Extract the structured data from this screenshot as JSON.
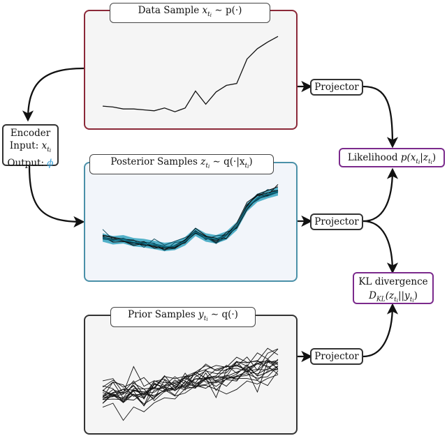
{
  "panels": {
    "data": {
      "label_text": "Data Sample ",
      "label_math_var": "x",
      "label_math_sub": "t",
      "label_math_subsub": "i",
      "label_math_rest": " ∼ p(·)",
      "border_color": "#8b2838",
      "bg_color": "#f5f5f5",
      "line_color": "#111111"
    },
    "posterior": {
      "label_text": "Posterior Samples ",
      "label_math_var": "z",
      "label_math_sub": "t",
      "label_math_subsub": "i",
      "label_math_rest": " ∼ q(·|x",
      "label_math_rest2_sub": "t",
      "label_math_rest2_subsub": "i",
      "label_math_close": ")",
      "border_color": "#4a90a8",
      "bg_color": "#f2f5fa",
      "band_color": "#2aa0bd",
      "line_color": "#111111"
    },
    "prior": {
      "label_text": "Prior Samples ",
      "label_math_var": "y",
      "label_math_sub": "t",
      "label_math_subsub": "i",
      "label_math_rest": " ∼ q(·)",
      "border_color": "#333333",
      "bg_color": "#f5f5f5",
      "line_color": "#111111"
    }
  },
  "encoder": {
    "title": "Encoder",
    "input_label": "Input: ",
    "input_var": "x",
    "input_sub": "t",
    "input_subsub": "i",
    "output_label": "Output: ",
    "output_var": "ϕ",
    "output_color": "#3fa2d8"
  },
  "projectors": {
    "top": "Projector",
    "middle": "Projector",
    "bottom": "Projector"
  },
  "likelihood": {
    "text": "Likelihood ",
    "math": "p(x",
    "sub": "t",
    "subsub": "i",
    "mid": "|z",
    "sub2": "t",
    "subsub2": "i",
    "close": ")",
    "border_color": "#7b2a8c"
  },
  "kl": {
    "title": "KL divergence",
    "math_d": "D",
    "math_d_sub": "KL",
    "math_open": "(z",
    "sub": "t",
    "subsub": "i",
    "mid": "||y",
    "sub2": "t",
    "subsub2": "i",
    "close": ")",
    "border_color": "#7b2a8c"
  },
  "chart_data": [
    {
      "type": "line",
      "series": [
        {
          "values": [
            0.14,
            0.13,
            0.11,
            0.11,
            0.1,
            0.09,
            0.12,
            0.08,
            0.12,
            0.3,
            0.16,
            0.29,
            0.36,
            0.38,
            0.64,
            0.75,
            0.82,
            0.88
          ]
        }
      ]
    },
    {
      "type": "line",
      "series": [
        {
          "values": [
            0.36,
            0.33,
            0.34,
            0.31,
            0.3,
            0.28,
            0.26,
            0.27,
            0.32,
            0.42,
            0.36,
            0.34,
            0.38,
            0.48,
            0.68,
            0.78,
            0.82,
            0.85
          ]
        }
      ]
    },
    {
      "type": "line",
      "series": [
        {
          "values": [
            0.3,
            0.33,
            0.3,
            0.35,
            0.32,
            0.37,
            0.4,
            0.38,
            0.43,
            0.45,
            0.48,
            0.5,
            0.53,
            0.55,
            0.58,
            0.6,
            0.63,
            0.65
          ]
        }
      ]
    }
  ]
}
